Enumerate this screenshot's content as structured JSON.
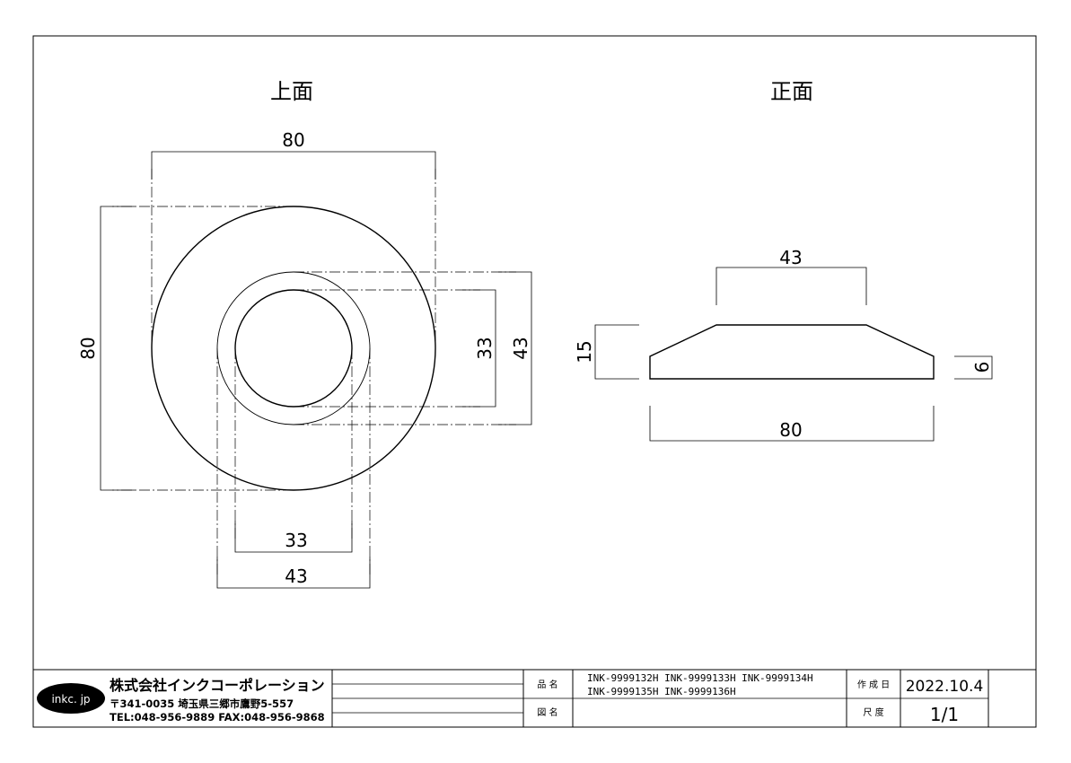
{
  "views": {
    "top_title": "上面",
    "front_title": "正面"
  },
  "top_view": {
    "dim_width": "80",
    "dim_height": "80",
    "dim_inner_v": "33",
    "dim_outer_v": "43",
    "dim_inner_h": "33",
    "dim_outer_h": "43"
  },
  "front_view": {
    "dim_top": "43",
    "dim_height": "15",
    "dim_edge": "6",
    "dim_bottom": "80"
  },
  "title_block": {
    "logo_text": "inkc. jp",
    "company": "株式会社インクコーポレーション",
    "address": "〒341-0035 埼玉県三郷市鷹野5-557",
    "contact": "TEL:048-956-9889  FAX:048-956-9868",
    "product_label": "品 名",
    "product_line1": "INK-9999132H  INK-9999133H  INK-9999134H",
    "product_line2": "INK-9999135H  INK-9999136H",
    "drawing_label": "図 名",
    "date_label": "作 成 日",
    "date_value": "2022.10.4",
    "scale_label": "尺 度",
    "scale_value": "1/1"
  }
}
